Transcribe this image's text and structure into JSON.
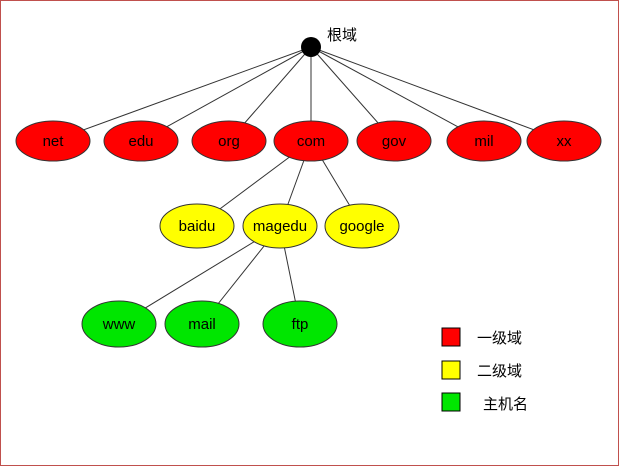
{
  "root": {
    "label": "根域"
  },
  "colors": {
    "tld": "#ff0000",
    "sld": "#ffff00",
    "host": "#00e600",
    "root": "#000000"
  },
  "tlds": [
    "net",
    "edu",
    "org",
    "com",
    "gov",
    "mil",
    "xx"
  ],
  "slds": [
    "baidu",
    "magedu",
    "google"
  ],
  "hosts": [
    "www",
    "mail",
    "ftp"
  ],
  "legend": [
    {
      "label": "一级域",
      "color": "#ff0000"
    },
    {
      "label": "二级域",
      "color": "#ffff00"
    },
    {
      "label": "主机名",
      "color": "#00e600"
    }
  ]
}
